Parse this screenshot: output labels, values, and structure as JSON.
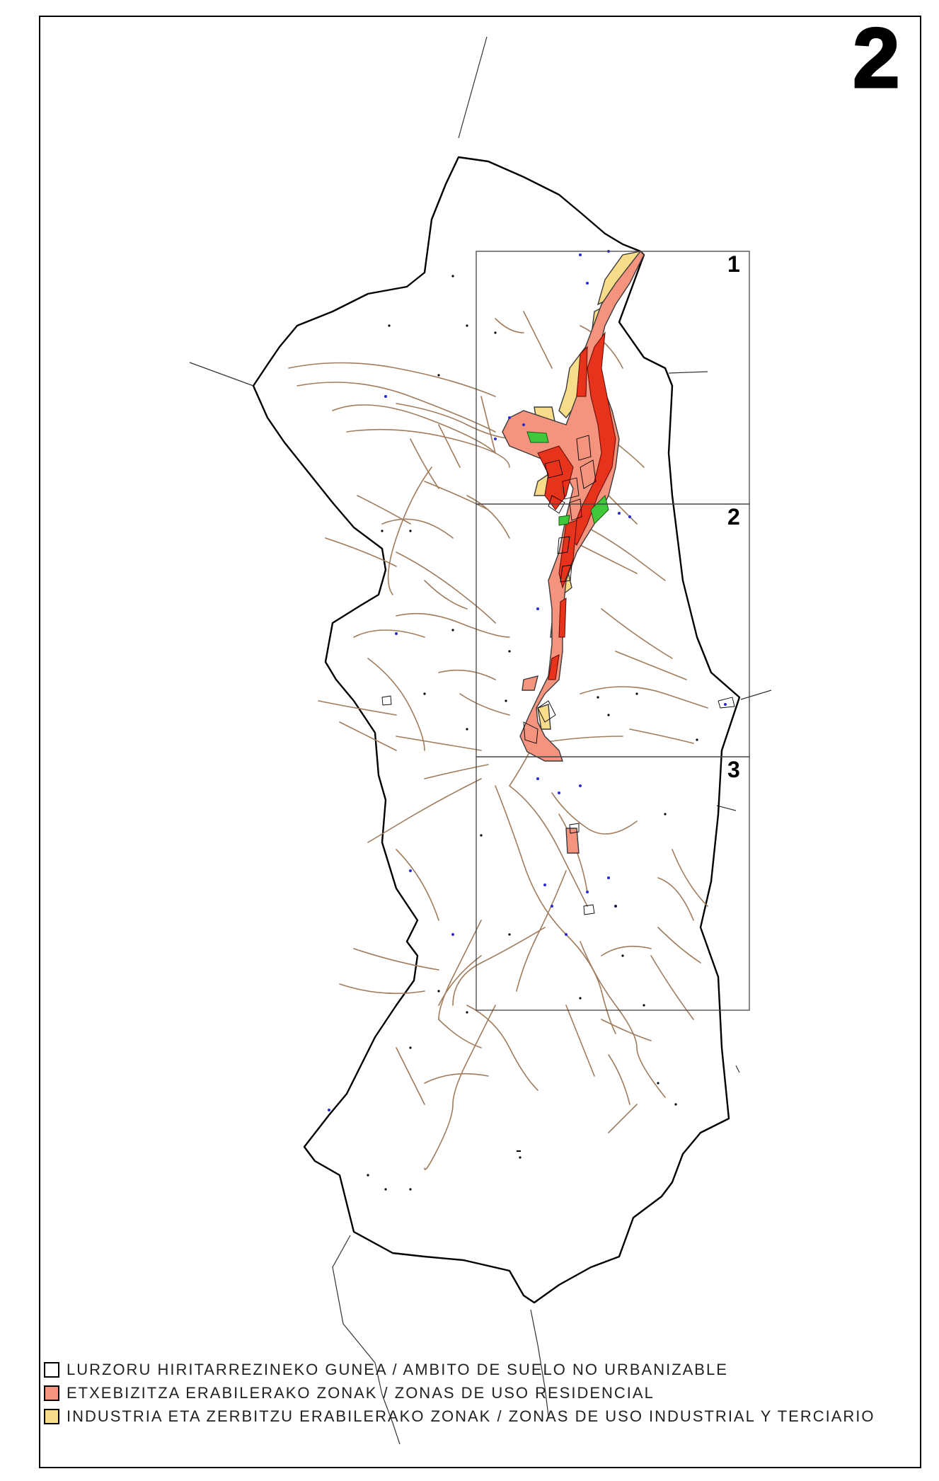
{
  "sheet": {
    "number": "2"
  },
  "index_boxes": [
    {
      "label": "1"
    },
    {
      "label": "2"
    },
    {
      "label": "3"
    }
  ],
  "legend": [
    {
      "text": "LURZORU HIRITARREZINEKO GUNEA  /  AMBITO DE SUELO NO URBANIZABLE",
      "color": "#ffffff"
    },
    {
      "text": "ETXEBIZITZA ERABILERAKO ZONAK  /  ZONAS DE USO RESIDENCIAL",
      "color": "#f4937e"
    },
    {
      "text": "INDUSTRIA ETA ZERBITZU ERABILERAKO ZONAK  /  ZONAS DE USO INDUSTRIAL Y TERCIARIO",
      "color": "#f7dc8a"
    }
  ],
  "colors": {
    "boundary": "#000000",
    "roads": "#a07c5c",
    "residential": "#f4937e",
    "residential_dense": "#e8331c",
    "industrial": "#f7dc8a",
    "green": "#3ec83a",
    "points": "#2a2ad0"
  }
}
